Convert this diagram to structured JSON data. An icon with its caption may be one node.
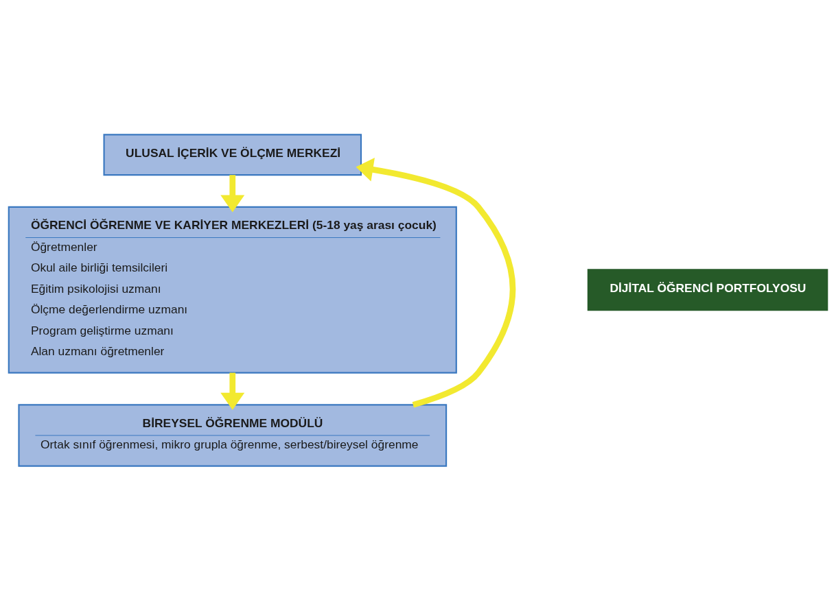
{
  "diagram": {
    "nodes": [
      {
        "text": [
          "ULUSAL İÇERİK VE ÖLÇME MERKEZİ"
        ]
      },
      {
        "text": [
          "ÖĞRENCİ ÖĞRENME VE KARİYER MERKEZLERİ (5-18 yaş arası çocuk)",
          "Öğretmenler",
          "Okul aile birliği temsilcileri",
          "Eğitim psikolojisi uzmanı",
          "Ölçme değerlendirme uzmanı",
          "Program geliştirme uzmanı",
          "Alan uzmanı öğretmenler"
        ]
      },
      {
        "text": [
          "BİREYSEL ÖĞRENME MODÜLÜ",
          "Ortak sınıf öğrenmesi, mikro grupla öğrenme, serbest/bireysel öğrenme"
        ]
      },
      {
        "text": [
          "DİJİTAL ÖĞRENCİ PORTFOLYOSU"
        ]
      }
    ],
    "edges": [
      {
        "from": 0,
        "to": 1,
        "arrow": "to"
      },
      {
        "from": 1,
        "to": 2,
        "arrow": "to"
      },
      {
        "from": 2,
        "to": 0,
        "arrow": "to"
      }
    ]
  }
}
